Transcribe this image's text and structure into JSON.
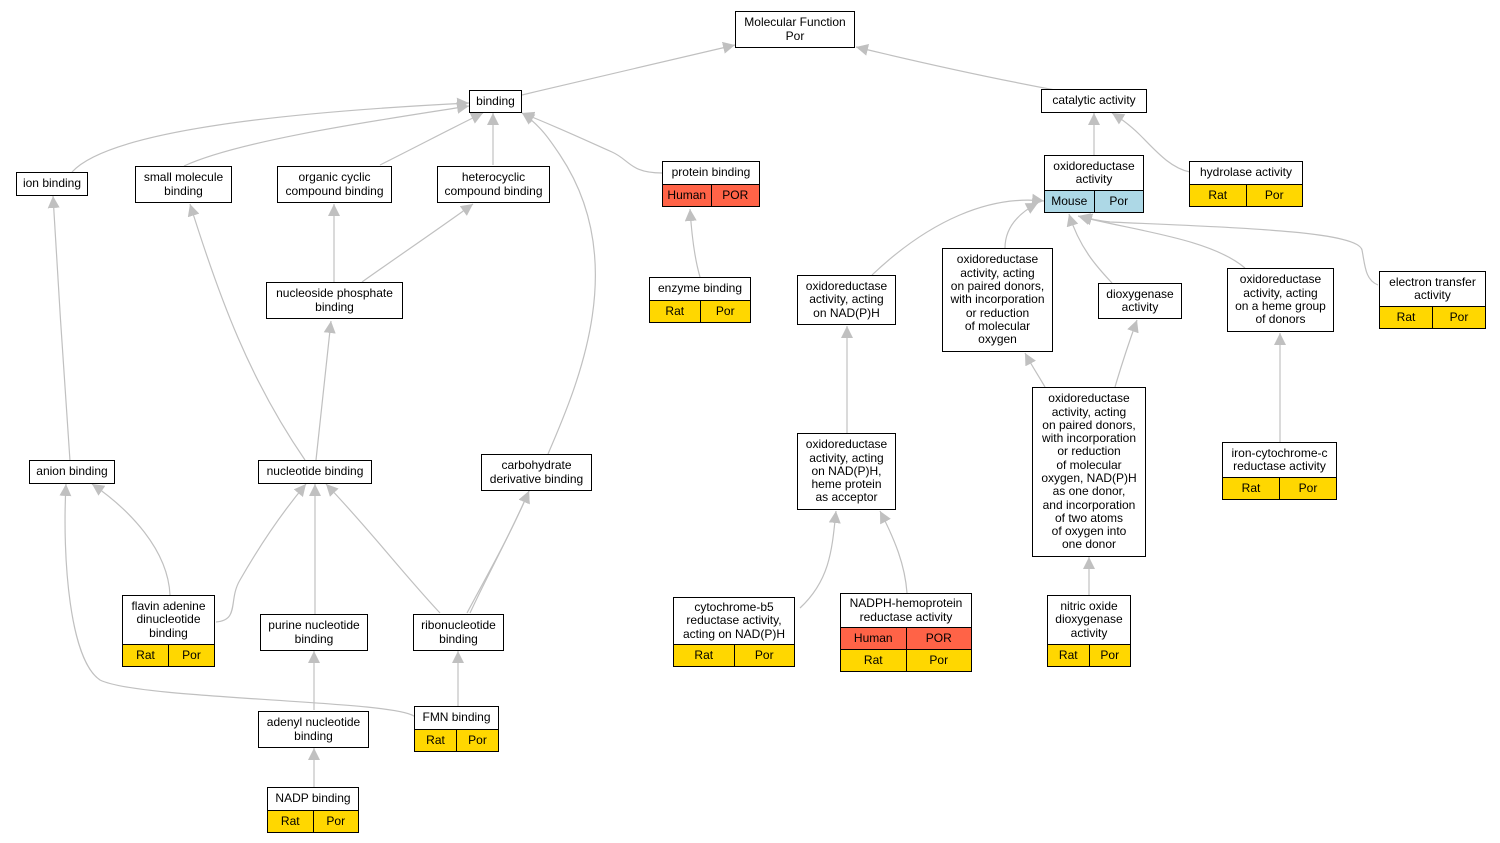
{
  "colors": {
    "edge": "#c0c0c0",
    "rat": "#ffd700",
    "por": "#ffd700",
    "human": "#ff6347",
    "mouse": "#add8e6"
  },
  "nodes": [
    {
      "id": "molecular-function",
      "lines": [
        "Molecular Function",
        "Por"
      ],
      "rows": []
    },
    {
      "id": "binding",
      "lines": [
        "binding"
      ],
      "rows": []
    },
    {
      "id": "catalytic-activity",
      "lines": [
        "catalytic activity"
      ],
      "rows": []
    },
    {
      "id": "ion-binding",
      "lines": [
        "ion binding"
      ],
      "rows": []
    },
    {
      "id": "small-molecule-binding",
      "lines": [
        "small molecule",
        "binding"
      ],
      "rows": []
    },
    {
      "id": "organic-cyclic-compound-binding",
      "lines": [
        "organic cyclic",
        "compound binding"
      ],
      "rows": []
    },
    {
      "id": "heterocyclic-compound-binding",
      "lines": [
        "heterocyclic",
        "compound binding"
      ],
      "rows": []
    },
    {
      "id": "protein-binding",
      "lines": [
        "protein binding"
      ],
      "rows": [
        [
          {
            "text": "Human",
            "color": "human"
          },
          {
            "text": "POR",
            "color": "human"
          }
        ]
      ]
    },
    {
      "id": "oxidoreductase-activity",
      "lines": [
        "oxidoreductase",
        "activity"
      ],
      "rows": [
        [
          {
            "text": "Mouse",
            "color": "mouse"
          },
          {
            "text": "Por",
            "color": "mouse"
          }
        ]
      ]
    },
    {
      "id": "hydrolase-activity",
      "lines": [
        "hydrolase activity"
      ],
      "rows": [
        [
          {
            "text": "Rat",
            "color": "rat"
          },
          {
            "text": "Por",
            "color": "por"
          }
        ]
      ]
    },
    {
      "id": "nucleoside-phosphate-binding",
      "lines": [
        "nucleoside phosphate",
        "binding"
      ],
      "rows": []
    },
    {
      "id": "enzyme-binding",
      "lines": [
        "enzyme binding"
      ],
      "rows": [
        [
          {
            "text": "Rat",
            "color": "rat"
          },
          {
            "text": "Por",
            "color": "por"
          }
        ]
      ]
    },
    {
      "id": "oxidoreductase-nadph",
      "lines": [
        "oxidoreductase",
        "activity, acting",
        "on NAD(P)H"
      ],
      "rows": []
    },
    {
      "id": "oxidoreductase-paired-donors",
      "lines": [
        "oxidoreductase",
        "activity, acting",
        "on paired donors,",
        "with incorporation",
        "or reduction",
        "of molecular",
        "oxygen"
      ],
      "rows": []
    },
    {
      "id": "dioxygenase-activity",
      "lines": [
        "dioxygenase",
        "activity"
      ],
      "rows": []
    },
    {
      "id": "oxidoreductase-heme-group",
      "lines": [
        "oxidoreductase",
        "activity, acting",
        "on a heme group",
        "of donors"
      ],
      "rows": []
    },
    {
      "id": "electron-transfer-activity",
      "lines": [
        "electron transfer",
        "activity"
      ],
      "rows": [
        [
          {
            "text": "Rat",
            "color": "rat"
          },
          {
            "text": "Por",
            "color": "por"
          }
        ]
      ]
    },
    {
      "id": "anion-binding",
      "lines": [
        "anion binding"
      ],
      "rows": []
    },
    {
      "id": "nucleotide-binding",
      "lines": [
        "nucleotide binding"
      ],
      "rows": []
    },
    {
      "id": "carbohydrate-derivative-binding",
      "lines": [
        "carbohydrate",
        "derivative binding"
      ],
      "rows": []
    },
    {
      "id": "oxidoreductase-nadph-heme-protein",
      "lines": [
        "oxidoreductase",
        "activity, acting",
        "on NAD(P)H,",
        "heme protein",
        "as acceptor"
      ],
      "rows": []
    },
    {
      "id": "oxidoreductase-paired-donors-nadph",
      "lines": [
        "oxidoreductase",
        "activity, acting",
        "on paired donors,",
        "with incorporation",
        "or reduction",
        "of molecular",
        "oxygen, NAD(P)H",
        "as one donor,",
        "and incorporation",
        "of two atoms",
        "of oxygen into",
        "one donor"
      ],
      "rows": []
    },
    {
      "id": "iron-cytochrome-c-reductase",
      "lines": [
        "iron-cytochrome-c",
        "reductase activity"
      ],
      "rows": [
        [
          {
            "text": "Rat",
            "color": "rat"
          },
          {
            "text": "Por",
            "color": "por"
          }
        ]
      ]
    },
    {
      "id": "flavin-adenine-dinucleotide-binding",
      "lines": [
        "flavin adenine",
        "dinucleotide",
        "binding"
      ],
      "rows": [
        [
          {
            "text": "Rat",
            "color": "rat"
          },
          {
            "text": "Por",
            "color": "por"
          }
        ]
      ]
    },
    {
      "id": "purine-nucleotide-binding",
      "lines": [
        "purine nucleotide",
        "binding"
      ],
      "rows": []
    },
    {
      "id": "ribonucleotide-binding",
      "lines": [
        "ribonucleotide",
        "binding"
      ],
      "rows": []
    },
    {
      "id": "cytochrome-b5-reductase",
      "lines": [
        "cytochrome-b5",
        "reductase activity,",
        "acting on NAD(P)H"
      ],
      "rows": [
        [
          {
            "text": "Rat",
            "color": "rat"
          },
          {
            "text": "Por",
            "color": "por"
          }
        ]
      ]
    },
    {
      "id": "nadph-hemoprotein-reductase",
      "lines": [
        "NADPH-hemoprotein",
        "reductase activity"
      ],
      "rows": [
        [
          {
            "text": "Human",
            "color": "human"
          },
          {
            "text": "POR",
            "color": "human"
          }
        ],
        [
          {
            "text": "Rat",
            "color": "rat"
          },
          {
            "text": "Por",
            "color": "por"
          }
        ]
      ]
    },
    {
      "id": "nitric-oxide-dioxygenase",
      "lines": [
        "nitric oxide",
        "dioxygenase",
        "activity"
      ],
      "rows": [
        [
          {
            "text": "Rat",
            "color": "rat"
          },
          {
            "text": "Por",
            "color": "por"
          }
        ]
      ]
    },
    {
      "id": "adenyl-nucleotide-binding",
      "lines": [
        "adenyl nucleotide",
        "binding"
      ],
      "rows": []
    },
    {
      "id": "fmn-binding",
      "lines": [
        "FMN binding"
      ],
      "rows": [
        [
          {
            "text": "Rat",
            "color": "rat"
          },
          {
            "text": "Por",
            "color": "por"
          }
        ]
      ]
    },
    {
      "id": "nadp-binding",
      "lines": [
        "NADP binding"
      ],
      "rows": [
        [
          {
            "text": "Rat",
            "color": "rat"
          },
          {
            "text": "Por",
            "color": "por"
          }
        ]
      ]
    }
  ]
}
